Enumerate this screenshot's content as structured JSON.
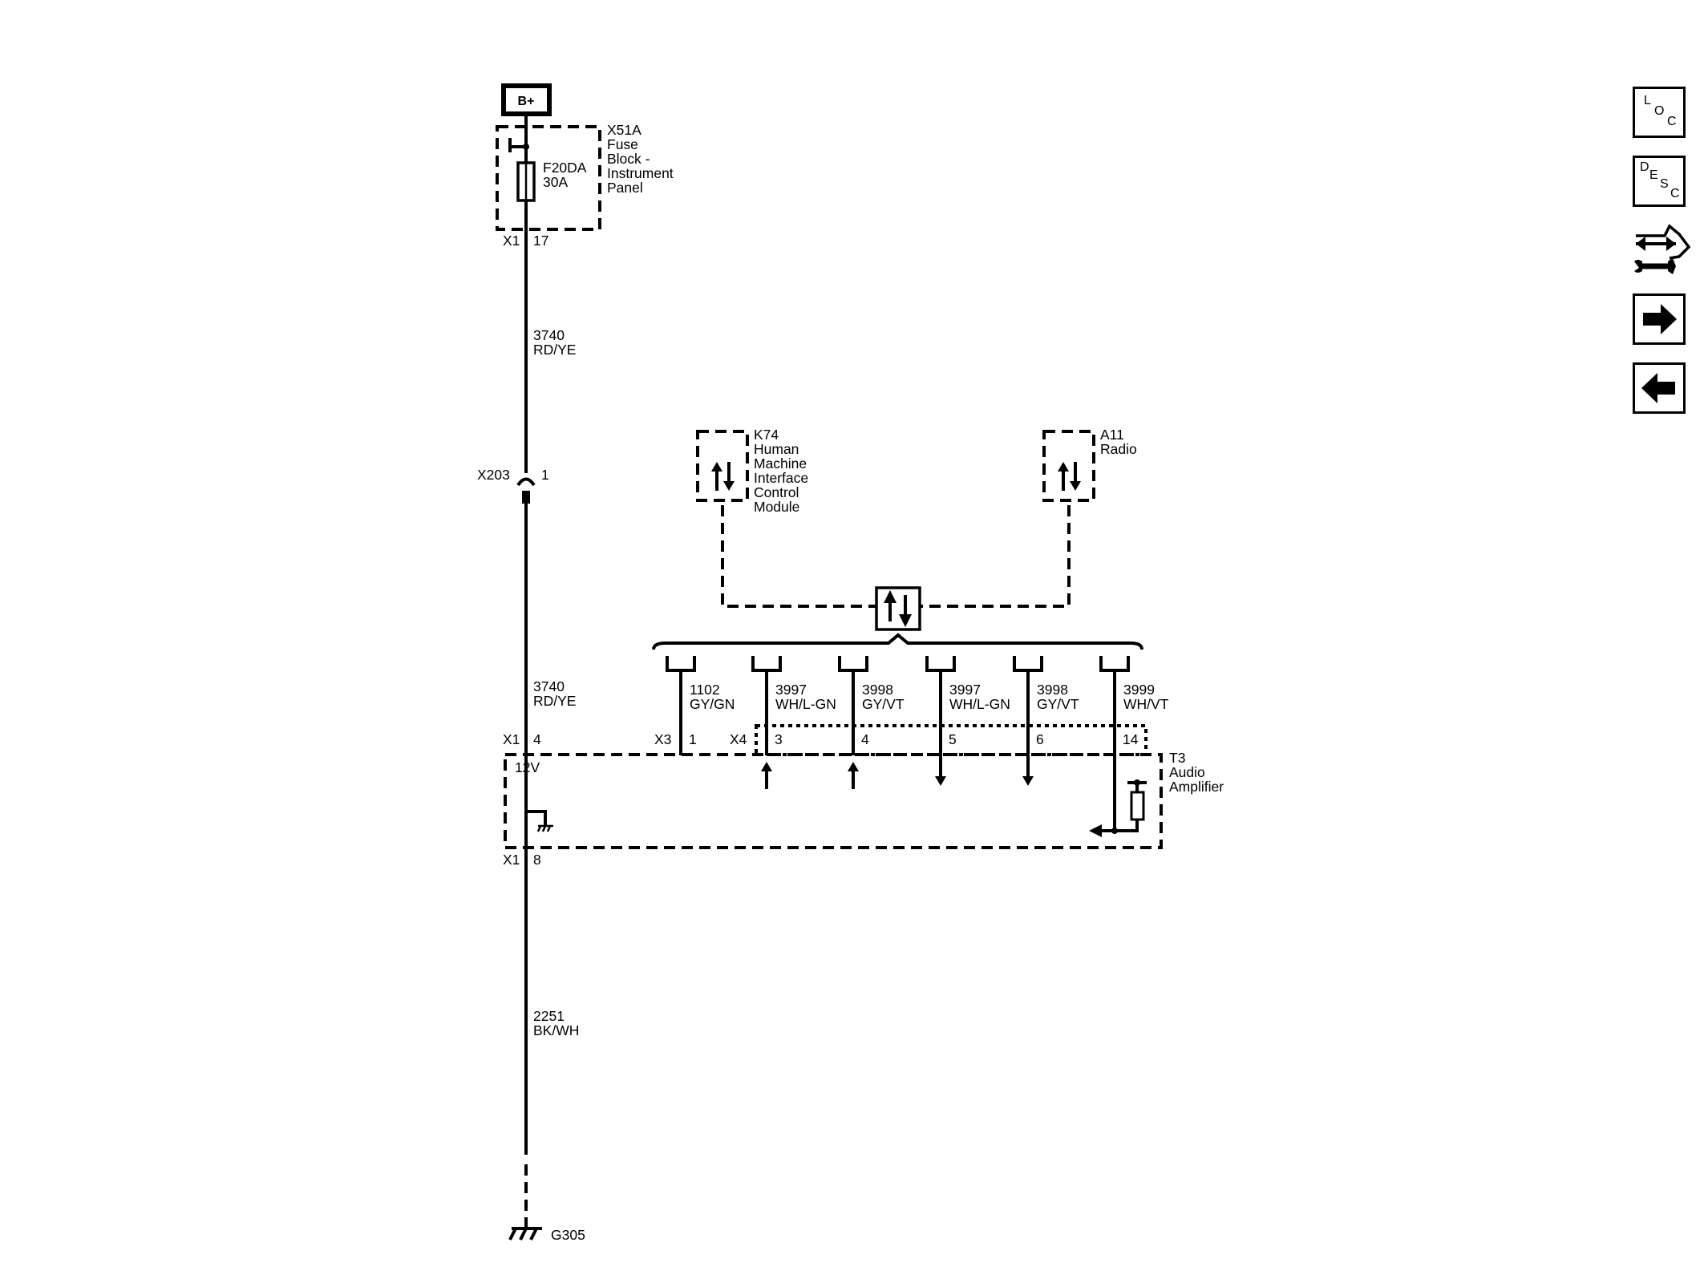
{
  "power": {
    "label": "B+"
  },
  "fuse_block": {
    "ref": "X51A",
    "lines": [
      "Fuse",
      "Block -",
      "Instrument",
      "Panel"
    ],
    "fuse": "F20DA",
    "rating": "30A",
    "connector": "X1",
    "pin": "17"
  },
  "wire_upper": {
    "circuit": "3740",
    "color": "RD/YE"
  },
  "inline_connector": {
    "ref": "X203",
    "pin": "1"
  },
  "wire_lower": {
    "circuit": "3740",
    "color": "RD/YE"
  },
  "k74": {
    "ref": "K74",
    "lines": [
      "Human",
      "Machine",
      "Interface",
      "Control",
      "Module"
    ]
  },
  "a11": {
    "ref": "A11",
    "lines": [
      "Radio"
    ]
  },
  "amplifier": {
    "ref": "T3",
    "lines": [
      "Audio",
      "Amplifier"
    ],
    "supply": "12V",
    "x1_top": {
      "connector": "X1",
      "pin": "4"
    },
    "x1_bottom": {
      "connector": "X1",
      "pin": "8"
    },
    "x3": "X3",
    "x4": "X4"
  },
  "pins": [
    {
      "circuit": "1102",
      "color": "GY/GN",
      "pin": "1"
    },
    {
      "circuit": "3997",
      "color": "WH/L-GN",
      "pin": "3"
    },
    {
      "circuit": "3998",
      "color": "GY/VT",
      "pin": "4"
    },
    {
      "circuit": "3997",
      "color": "WH/L-GN",
      "pin": "5"
    },
    {
      "circuit": "3998",
      "color": "GY/VT",
      "pin": "6"
    },
    {
      "circuit": "3999",
      "color": "WH/VT",
      "pin": "14"
    }
  ],
  "ground_wire": {
    "circuit": "2251",
    "color": "BK/WH"
  },
  "ground": {
    "ref": "G305"
  },
  "side_buttons": {
    "loc": [
      "L",
      "O",
      "C"
    ],
    "desc": [
      "D",
      "E",
      "S",
      "C"
    ]
  }
}
